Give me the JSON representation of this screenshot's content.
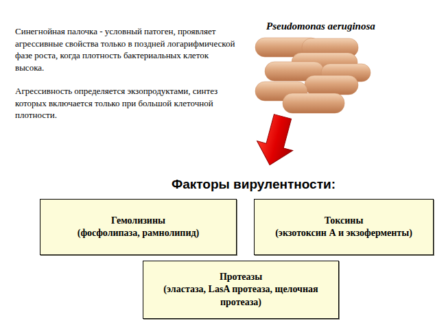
{
  "diagram": {
    "title": "Факторы вирулентности:",
    "nodes": [
      {
        "text": [
          "Гемолизины",
          "(фосфолипаза, рамнолипид)"
        ]
      },
      {
        "text": [
          "Токсины",
          "(экзотоксин А и экзоферменты)"
        ]
      },
      {
        "text": [
          "Протеазы",
          "(эластаза, LasA протеаза, щелочная протеаза)"
        ]
      }
    ],
    "labels": [
      "Синегнойная палочка - условный патоген, проявляет агрессивные свойства только в поздней логарифмической фазе роста, когда плотность бактериальных клеток высока.",
      "Агрессивность определяется экзопродуктами, синтез которых включается только при большой клеточной плотности.",
      "Pseudomonas aeruginosa"
    ]
  }
}
